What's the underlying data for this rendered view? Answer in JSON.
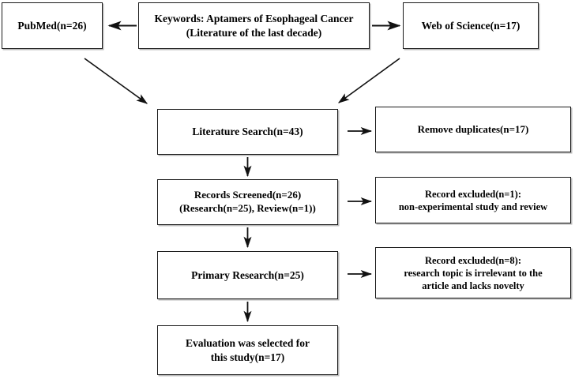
{
  "diagram": {
    "title": "Literature selection flow diagram",
    "line_color": "#1a1a1a",
    "text_color": "#000000",
    "background": "#ffffff"
  },
  "nodes": {
    "keywords": {
      "label": "Keywords: Aptamers of Esophageal Cancer\n(Literature of the last decade)"
    },
    "pubmed": {
      "label": "PubMed(n=26)",
      "count": 26
    },
    "web_of_science": {
      "label": "Web of Science(n=17)",
      "count": 17
    },
    "literature_search": {
      "label": "Literature Search(n=43)",
      "count": 43
    },
    "remove_duplicates": {
      "label": "Remove duplicates(n=17)",
      "count": 17
    },
    "records_screened": {
      "label": "Records Screened(n=26)\n(Research(n=25), Review(n=1))",
      "count": 26
    },
    "record_excluded_1": {
      "label": "Record excluded(n=1):\nnon-experimental study and review",
      "count": 1
    },
    "primary_research": {
      "label": "Primary Research(n=25)",
      "count": 25
    },
    "record_excluded_8": {
      "label": "Record excluded(n=8):\nresearch topic is irrelevant to the\narticle and lacks novelty",
      "count": 8
    },
    "evaluation_selected": {
      "label": "Evaluation was selected for\nthis study(n=17)",
      "count": 17
    }
  },
  "edges": [
    {
      "name": "keywords-to-pubmed",
      "type": "arrow-left"
    },
    {
      "name": "keywords-to-web-of-science",
      "type": "arrow-right"
    },
    {
      "name": "pubmed-to-literature-search",
      "type": "arrow-diagonal-down-right"
    },
    {
      "name": "web-of-science-to-literature-search",
      "type": "arrow-diagonal-down-left"
    },
    {
      "name": "literature-search-to-remove-duplicates",
      "type": "arrow-right"
    },
    {
      "name": "literature-search-to-records-screened",
      "type": "arrow-down"
    },
    {
      "name": "records-screened-to-record-excluded-1",
      "type": "arrow-right"
    },
    {
      "name": "records-screened-to-primary-research",
      "type": "arrow-down"
    },
    {
      "name": "primary-research-to-record-excluded-8",
      "type": "arrow-right"
    },
    {
      "name": "primary-research-to-evaluation",
      "type": "arrow-down"
    }
  ]
}
